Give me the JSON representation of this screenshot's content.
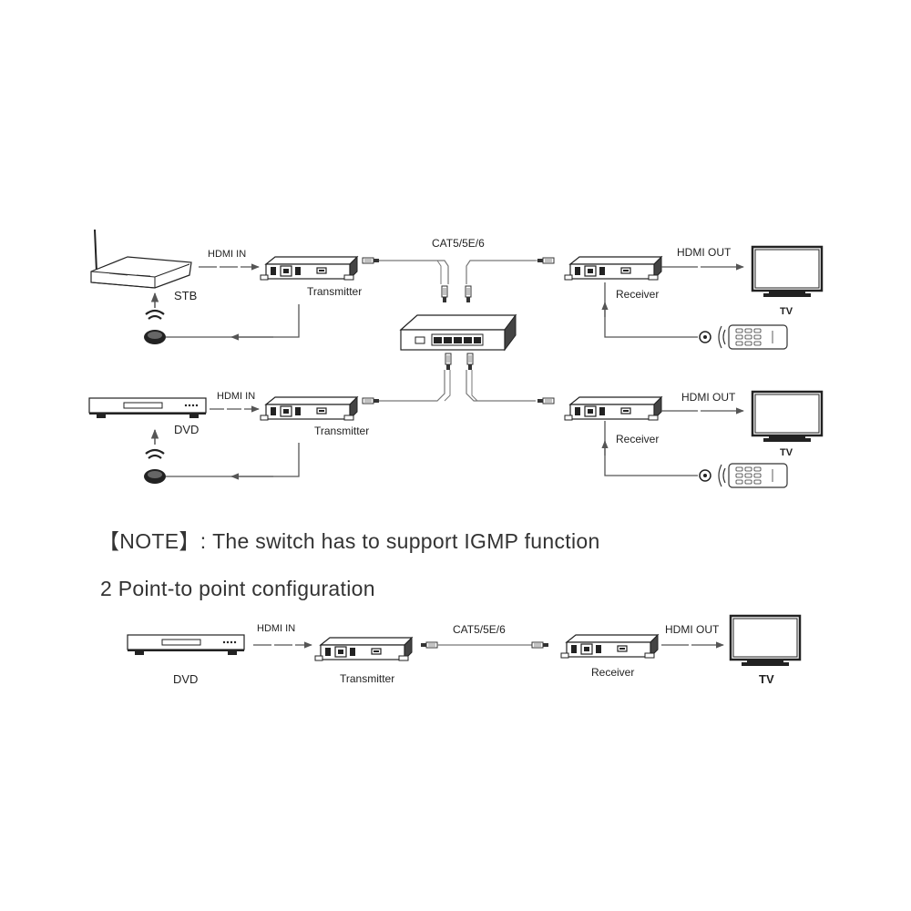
{
  "labels": {
    "hdmi_in_top": "HDMI IN",
    "hdmi_in_mid": "HDMI IN",
    "hdmi_in_bottom": "HDMI IN",
    "hdmi_out_top": "HDMI OUT",
    "hdmi_out_mid": "HDMI OUT",
    "hdmi_out_bottom": "HDMI OUT",
    "cable_top": "CAT5/5E/6",
    "cable_bottom": "CAT5/5E/6",
    "stb": "STB",
    "dvd_mid": "DVD",
    "dvd_bottom": "DVD",
    "transmitter_top": "Transmitter",
    "transmitter_mid": "Transmitter",
    "transmitter_bottom": "Transmitter",
    "receiver_top": "Receiver",
    "receiver_mid": "Receiver",
    "receiver_bottom": "Receiver",
    "tv_top": "TV",
    "tv_mid": "TV",
    "tv_bottom": "TV",
    "dvd_panel": "DVD"
  },
  "note": "【NOTE】: The switch has to support IGMP function",
  "section_title": "2  Point-to point configuration",
  "colors": {
    "line": "#555555",
    "device_dark": "#222222",
    "device_fill": "#ffffff"
  }
}
